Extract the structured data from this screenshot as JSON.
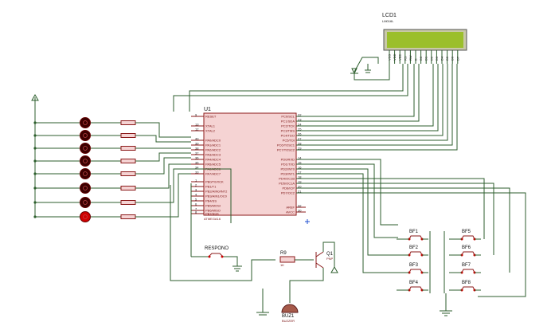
{
  "lcd": {
    "name": "LCD1",
    "model": "LM016L",
    "pins": [
      "VSS",
      "VDD",
      "VEE",
      "RS",
      "RW",
      "E",
      "D0",
      "D1",
      "D2",
      "D3",
      "D4",
      "D5",
      "D6",
      "D7"
    ]
  },
  "mcu": {
    "name": "U1",
    "model": "ATMEGA16",
    "left_pins": [
      {
        "n": "9",
        "t": "RESET"
      },
      {
        "n": "13",
        "t": "XTAL1"
      },
      {
        "n": "12",
        "t": "XTAL2"
      },
      {
        "n": "40",
        "t": "PA0/ADC0"
      },
      {
        "n": "39",
        "t": "PA1/ADC1"
      },
      {
        "n": "38",
        "t": "PA2/ADC2"
      },
      {
        "n": "37",
        "t": "PA3/ADC3"
      },
      {
        "n": "36",
        "t": "PA4/ADC4"
      },
      {
        "n": "35",
        "t": "PA5/ADC5"
      },
      {
        "n": "34",
        "t": "PA6/ADC6"
      },
      {
        "n": "33",
        "t": "PA7/ADC7"
      },
      {
        "n": "1",
        "t": "PB0/T0/XCK"
      },
      {
        "n": "2",
        "t": "PB1/T1"
      },
      {
        "n": "3",
        "t": "PB2/AIN0/INT2"
      },
      {
        "n": "4",
        "t": "PB3/AIN1/OC0"
      },
      {
        "n": "5",
        "t": "PB4/SS"
      },
      {
        "n": "6",
        "t": "PB5/MOSI"
      },
      {
        "n": "7",
        "t": "PB6/MISO"
      },
      {
        "n": "8",
        "t": "PB7/SCK"
      }
    ],
    "right_pins": [
      {
        "n": "22",
        "t": "PC0/SCL"
      },
      {
        "n": "23",
        "t": "PC1/SDA"
      },
      {
        "n": "24",
        "t": "PC2/TCK"
      },
      {
        "n": "25",
        "t": "PC3/TMS"
      },
      {
        "n": "26",
        "t": "PC4/TDO"
      },
      {
        "n": "27",
        "t": "PC5/TDI"
      },
      {
        "n": "28",
        "t": "PC6/TOSC1"
      },
      {
        "n": "29",
        "t": "PC7/TOSC2"
      },
      {
        "n": "14",
        "t": "PD0/RXD"
      },
      {
        "n": "15",
        "t": "PD1/TXD"
      },
      {
        "n": "16",
        "t": "PD2/INT0"
      },
      {
        "n": "17",
        "t": "PD3/INT1"
      },
      {
        "n": "18",
        "t": "PD4/OC1B"
      },
      {
        "n": "19",
        "t": "PD5/OC1A"
      },
      {
        "n": "20",
        "t": "PD6/ICP"
      },
      {
        "n": "21",
        "t": "PD7/OC2"
      },
      {
        "n": "32",
        "t": "AREF"
      },
      {
        "n": "30",
        "t": "AVCC"
      }
    ]
  },
  "respono": {
    "label": "RESPONO"
  },
  "resistor": {
    "name": "R9",
    "value": "1K"
  },
  "transistor": {
    "name": "Q1",
    "type": "PNP"
  },
  "buzzer": {
    "name": "BUZ1",
    "type": "BUZZER"
  },
  "buttons": [
    "BF1",
    "BF2",
    "BF3",
    "BF4",
    "BF5",
    "BF6",
    "BF7",
    "BF8"
  ],
  "colors": {
    "wire": "#2c5e2c",
    "component": "#8b1a1a",
    "lcd_screen": "#9bbf2b",
    "chip_fill": "#f5d3d3",
    "led_off": "#3b0000",
    "led_on": "#d10000"
  }
}
